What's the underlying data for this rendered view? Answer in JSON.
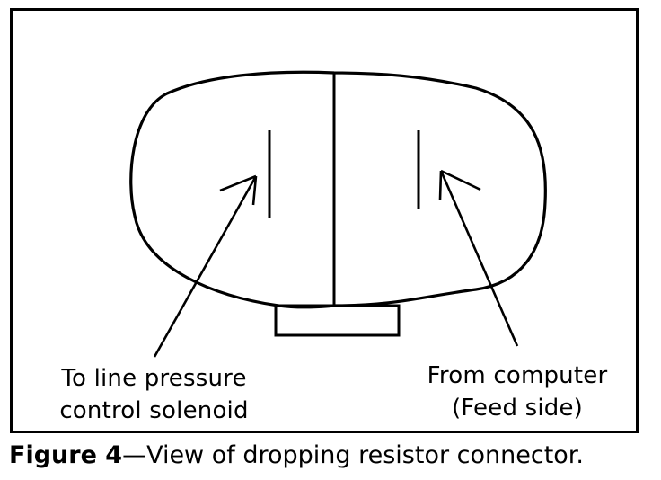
{
  "diagram": {
    "left_label": {
      "line1": "To line pressure",
      "line2": "control solenoid"
    },
    "right_label": {
      "line1": "From computer",
      "line2": "(Feed side)"
    }
  },
  "caption": {
    "prefix": "Figure 4",
    "dash": "—",
    "text": "View of dropping resistor connector."
  },
  "colors": {
    "ink": "#000000",
    "background": "#ffffff"
  }
}
